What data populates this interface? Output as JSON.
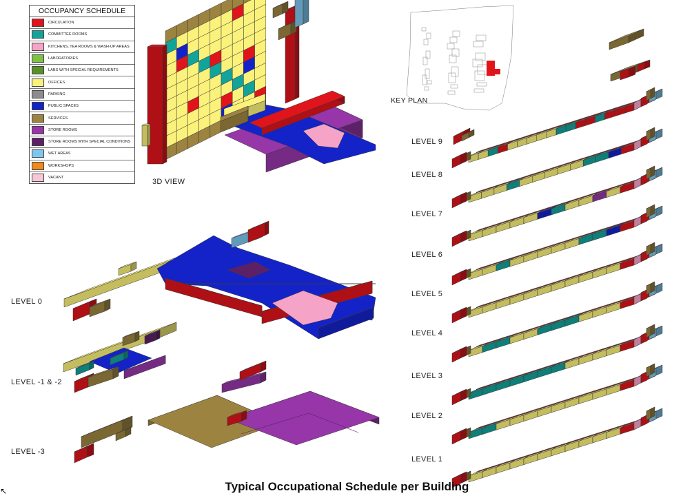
{
  "title": "Typical Occupational Schedule per Building",
  "legend": {
    "title": "OCCUPANCY SCHEDULE",
    "items": [
      {
        "label": "CIRCULATION",
        "color": "#e0141b"
      },
      {
        "label": "COMMITTEE ROOMS",
        "color": "#12a39b"
      },
      {
        "label": "KITCHENS, TEA ROOMS & WASH-UP AREAS",
        "color": "#f6a3c8"
      },
      {
        "label": "LABORATORIES",
        "color": "#7dc242"
      },
      {
        "label": "LABS WITH SPECIAL REQUIREMENTS",
        "color": "#5a8f2a"
      },
      {
        "label": "OFFICES",
        "color": "#fbf27b"
      },
      {
        "label": "PARKING",
        "color": "#8c8c8c"
      },
      {
        "label": "PUBLIC SPACES",
        "color": "#1423c8"
      },
      {
        "label": "SERVICES",
        "color": "#9c8440"
      },
      {
        "label": "STORE ROOMS",
        "color": "#9636a8"
      },
      {
        "label": "STORE ROOMS WITH SPECIAL CONDITIONS",
        "color": "#5c2066"
      },
      {
        "label": "WET AREAS",
        "color": "#7ec6ee"
      },
      {
        "label": "WORKSHOPS",
        "color": "#f08a1e"
      },
      {
        "label": "VACANT",
        "color": "#f8c6d4"
      }
    ]
  },
  "labels": {
    "view3d": "3D VIEW",
    "keyplan": "KEY PLAN",
    "level0": "LEVEL 0",
    "level_m1m2": "LEVEL -1 & -2",
    "level_m3": "LEVEL -3",
    "level9": "LEVEL 9",
    "level8": "LEVEL 8",
    "level7": "LEVEL 7",
    "level6": "LEVEL 6",
    "level5": "LEVEL 5",
    "level4": "LEVEL 4",
    "level3": "LEVEL 3",
    "level2": "LEVEL 2",
    "level1": "LEVEL 1"
  },
  "level_fill_sequences": {
    "level9": [
      "yellow",
      "yellow",
      "teal",
      "red",
      "yellow",
      "yellow",
      "yellow",
      "yellow",
      "yellow",
      "teal",
      "teal",
      "red",
      "red",
      "teal",
      "red",
      "red",
      "red"
    ],
    "level8": [
      "yellow",
      "yellow",
      "yellow",
      "teal",
      "yellow",
      "yellow",
      "yellow",
      "yellow",
      "yellow",
      "teal",
      "teal",
      "blue",
      "red"
    ],
    "level7": [
      "yellow",
      "yellow",
      "yellow",
      "yellow",
      "yellow",
      "blue",
      "teal",
      "yellow",
      "yellow",
      "purple",
      "yellow",
      "red"
    ],
    "level6": [
      "yellow",
      "yellow",
      "teal",
      "yellow",
      "yellow",
      "yellow",
      "yellow",
      "yellow",
      "teal",
      "teal",
      "blue",
      "red"
    ],
    "level5": [
      "yellow",
      "yellow",
      "yellow",
      "yellow",
      "yellow",
      "yellow",
      "yellow",
      "yellow",
      "yellow",
      "yellow",
      "yellow",
      "red"
    ],
    "level4": [
      "yellow",
      "teal",
      "teal",
      "yellow",
      "yellow",
      "teal",
      "teal",
      "teal",
      "yellow",
      "yellow",
      "yellow",
      "red"
    ],
    "level3": [
      "teal",
      "teal",
      "teal",
      "teal",
      "teal",
      "teal",
      "teal",
      "yellow",
      "yellow",
      "yellow",
      "yellow",
      "red"
    ],
    "level2": [
      "teal",
      "teal",
      "yellow",
      "yellow",
      "yellow",
      "yellow",
      "yellow",
      "yellow",
      "yellow",
      "yellow",
      "yellow",
      "red"
    ],
    "level1": [
      "yellow",
      "yellow",
      "yellow",
      "yellow",
      "yellow",
      "yellow",
      "yellow",
      "yellow",
      "yellow",
      "yellow",
      "yellow",
      "red"
    ]
  }
}
